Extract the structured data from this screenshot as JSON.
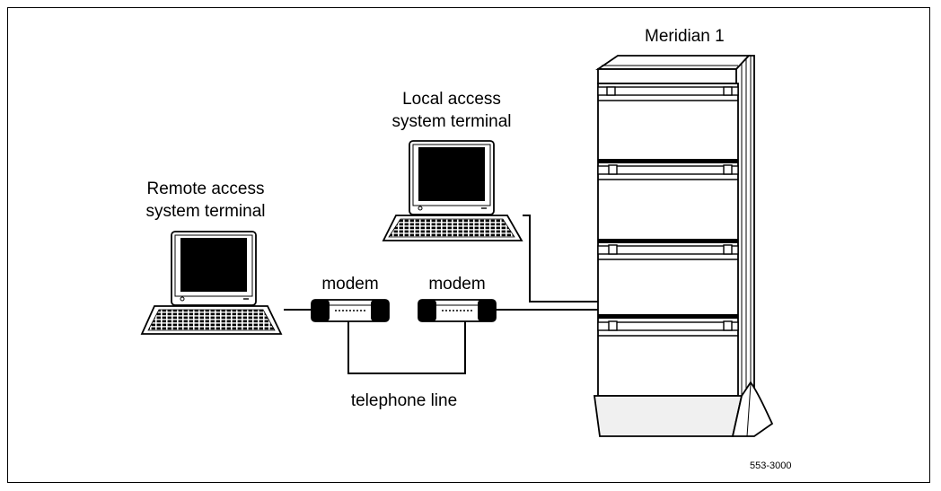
{
  "figure": {
    "title": "Meridian 1",
    "local_terminal_label_line1": "Local access",
    "local_terminal_label_line2": "system terminal",
    "remote_terminal_label_line1": "Remote access",
    "remote_terminal_label_line2": "system terminal",
    "modem_left_label": "modem",
    "modem_right_label": "modem",
    "line_label": "telephone line",
    "figure_id": "553-3000"
  }
}
